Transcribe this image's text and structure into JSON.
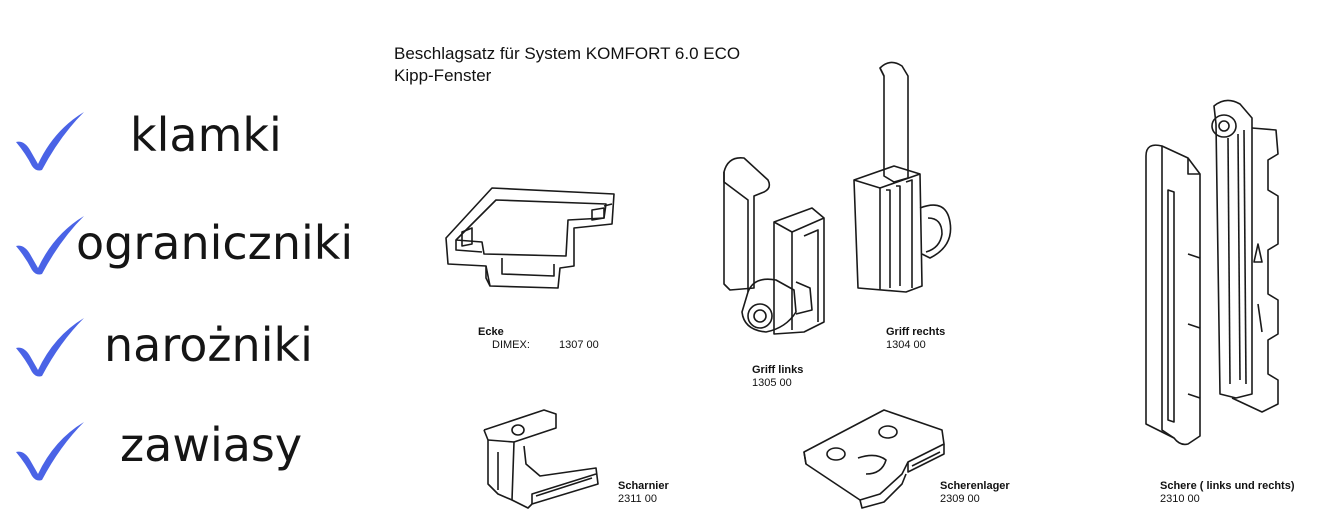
{
  "checklist": [
    {
      "label": "klamki"
    },
    {
      "label": "ograniczniki"
    },
    {
      "label": "narożniki"
    },
    {
      "label": "zawiasy"
    }
  ],
  "sheet": {
    "title_line1": "Beschlagsatz für System KOMFORT 6.0 ECO",
    "title_line2": "Kipp-Fenster",
    "parts": {
      "ecke": {
        "name": "Ecke",
        "code_label": "DIMEX:",
        "code": "1307 00"
      },
      "griff_links": {
        "name": "Griff links",
        "code": "1305 00"
      },
      "griff_rechts": {
        "name": "Griff rechts",
        "code": "1304 00"
      },
      "scharnier": {
        "name": "Scharnier",
        "code": "2311 00"
      },
      "scherenlager": {
        "name": "Scherenlager",
        "code": "2309 00"
      },
      "schere": {
        "name": "Schere ( links und rechts)",
        "code": "2310 00"
      }
    }
  },
  "colors": {
    "check": "#4a63e6",
    "accent_dot": "#d0141e"
  }
}
